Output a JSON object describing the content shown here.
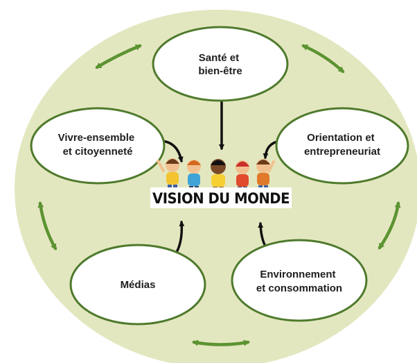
{
  "diagram": {
    "center": {
      "label": "VISION DU MONDE",
      "children_count": 5
    },
    "nodes": [
      {
        "id": "sante",
        "lines": [
          "Santé et",
          "bien-être"
        ]
      },
      {
        "id": "vivre",
        "lines": [
          "Vivre-ensemble",
          "et citoyenneté"
        ]
      },
      {
        "id": "orientation",
        "lines": [
          "Orientation et",
          "entrepreneuriat"
        ]
      },
      {
        "id": "medias",
        "lines": [
          "Médias"
        ]
      },
      {
        "id": "environnement",
        "lines": [
          "Environnement",
          "et consommation"
        ]
      }
    ]
  },
  "colors": {
    "background_disc": "#e3e7bf",
    "ellipse_stroke": "#4e7a2c",
    "ellipse_fill": "#ffffff",
    "green_arrow": "#5c9332",
    "black_arrow": "#111111",
    "text": "#1e1e1e"
  }
}
